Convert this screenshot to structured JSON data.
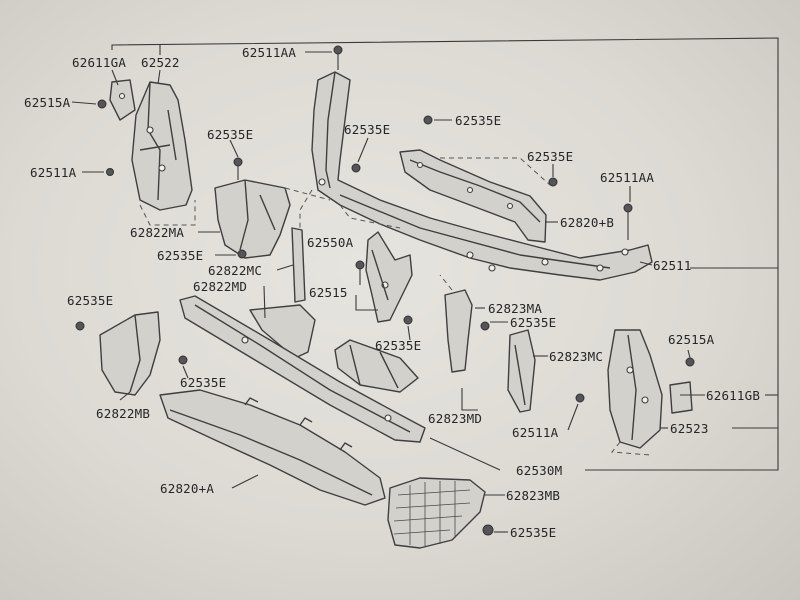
{
  "labels": {
    "p62611GA": "62611GA",
    "p62522": "62522",
    "p62515A_left": "62515A",
    "p62511A_left": "62511A",
    "p62511AA_top": "62511AA",
    "p62535E_a": "62535E",
    "p62535E_b": "62535E",
    "p62535E_c": "62535E",
    "p62535E_d": "62535E",
    "p62511AA_right": "62511AA",
    "p62820B": "62820+B",
    "p62822MA": "62822MA",
    "p62535E_e": "62535E",
    "p62550A": "62550A",
    "p62822MC": "62822MC",
    "p62511": "62511",
    "p62822MD": "62822MD",
    "p62515": "62515",
    "p62823MA": "62823MA",
    "p62535E_f": "62535E",
    "p62535E_g": "62535E",
    "p62535E_h": "62535E",
    "p62515A_right": "62515A",
    "p62823MC": "62823MC",
    "p62535E_i": "62535E",
    "p62611GB": "62611GB",
    "p62822MB": "62822MB",
    "p62511A_right": "62511A",
    "p62523": "62523",
    "p62823MD": "62823MD",
    "p62530M": "62530M",
    "p62820A": "62820+A",
    "p62823MB": "62823MB",
    "p62535E_j": "62535E"
  },
  "colors": {
    "paper": "#dcdad3",
    "ink": "#3f3f3f",
    "background": "#c7c5bf"
  }
}
